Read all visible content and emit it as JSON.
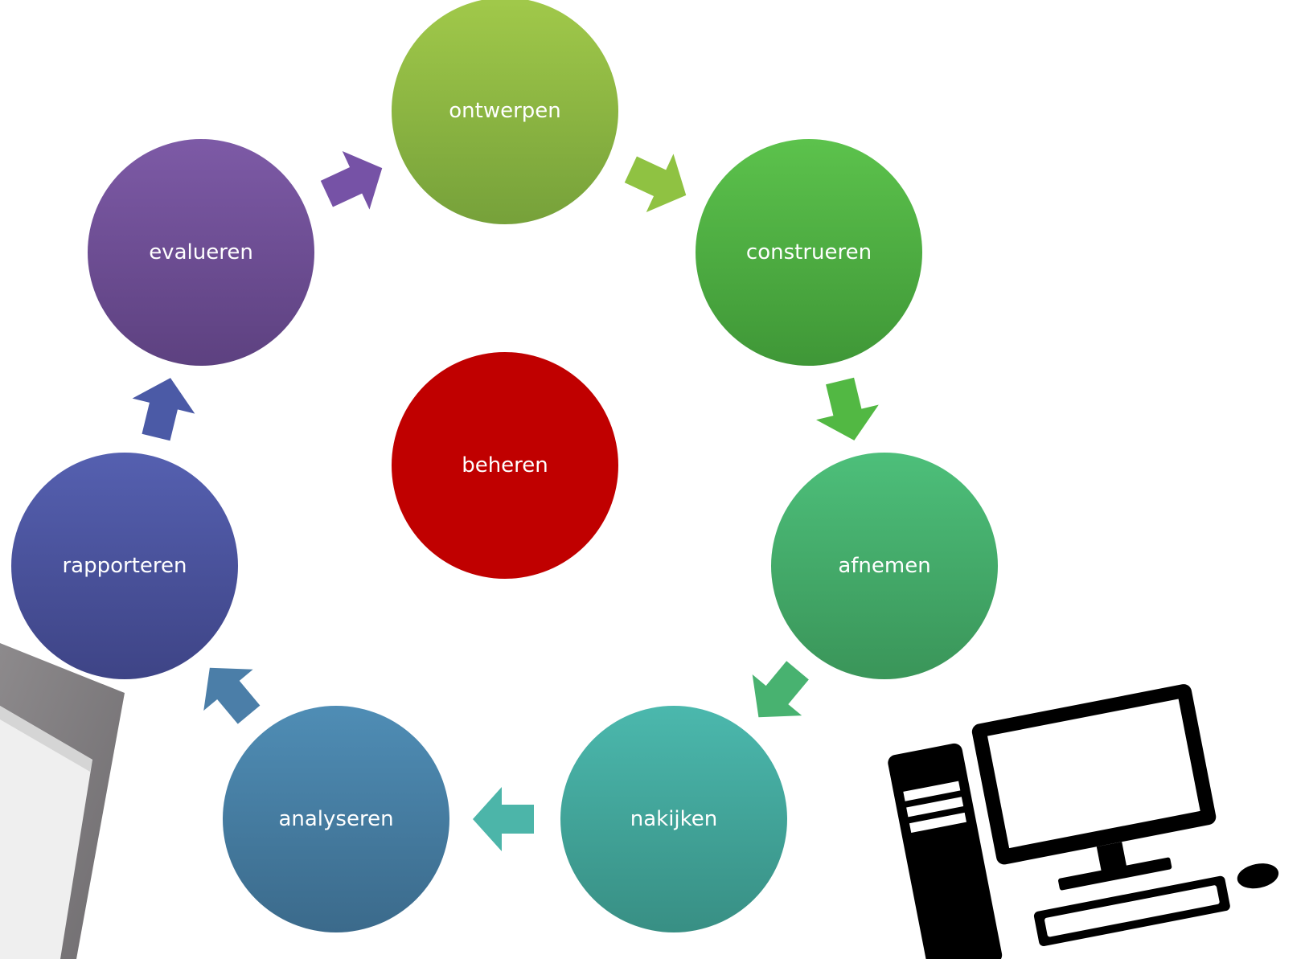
{
  "diagram": {
    "center": {
      "label": "beheren",
      "color": "#c00000"
    },
    "cycle_nodes": [
      {
        "id": "ontwerpen",
        "label": "ontwerpen",
        "color_top": "#a1c94a",
        "color_bottom": "#76a13a"
      },
      {
        "id": "construeren",
        "label": "construeren",
        "color_top": "#5cc24c",
        "color_bottom": "#3f9737"
      },
      {
        "id": "afnemen",
        "label": "afnemen",
        "color_top": "#4dbf7a",
        "color_bottom": "#3a9559"
      },
      {
        "id": "nakijken",
        "label": "nakijken",
        "color_top": "#4bb8ad",
        "color_bottom": "#388f84"
      },
      {
        "id": "analyseren",
        "label": "analyseren",
        "color_top": "#4f8db5",
        "color_bottom": "#3b6a8b"
      },
      {
        "id": "rapporteren",
        "label": "rapporteren",
        "color_top": "#5560b0",
        "color_bottom": "#3e4486"
      },
      {
        "id": "evalueren",
        "label": "evalueren",
        "color_top": "#7d5aa6",
        "color_bottom": "#5d4180"
      }
    ],
    "arrows": [
      {
        "from": "evalueren",
        "to": "ontwerpen",
        "color": "#7652a6"
      },
      {
        "from": "ontwerpen",
        "to": "construeren",
        "color": "#8fc242"
      },
      {
        "from": "construeren",
        "to": "afnemen",
        "color": "#52b843"
      },
      {
        "from": "afnemen",
        "to": "nakijken",
        "color": "#48b270"
      },
      {
        "from": "nakijken",
        "to": "analyseren",
        "color": "#4cb5a9"
      },
      {
        "from": "analyseren",
        "to": "rapporteren",
        "color": "#4b7ea8"
      },
      {
        "from": "rapporteren",
        "to": "evalueren",
        "color": "#4b5aa6"
      }
    ],
    "decorations": {
      "tablet_image": "tablet-photo",
      "computer_icon": "desktop-computer-icon"
    }
  }
}
